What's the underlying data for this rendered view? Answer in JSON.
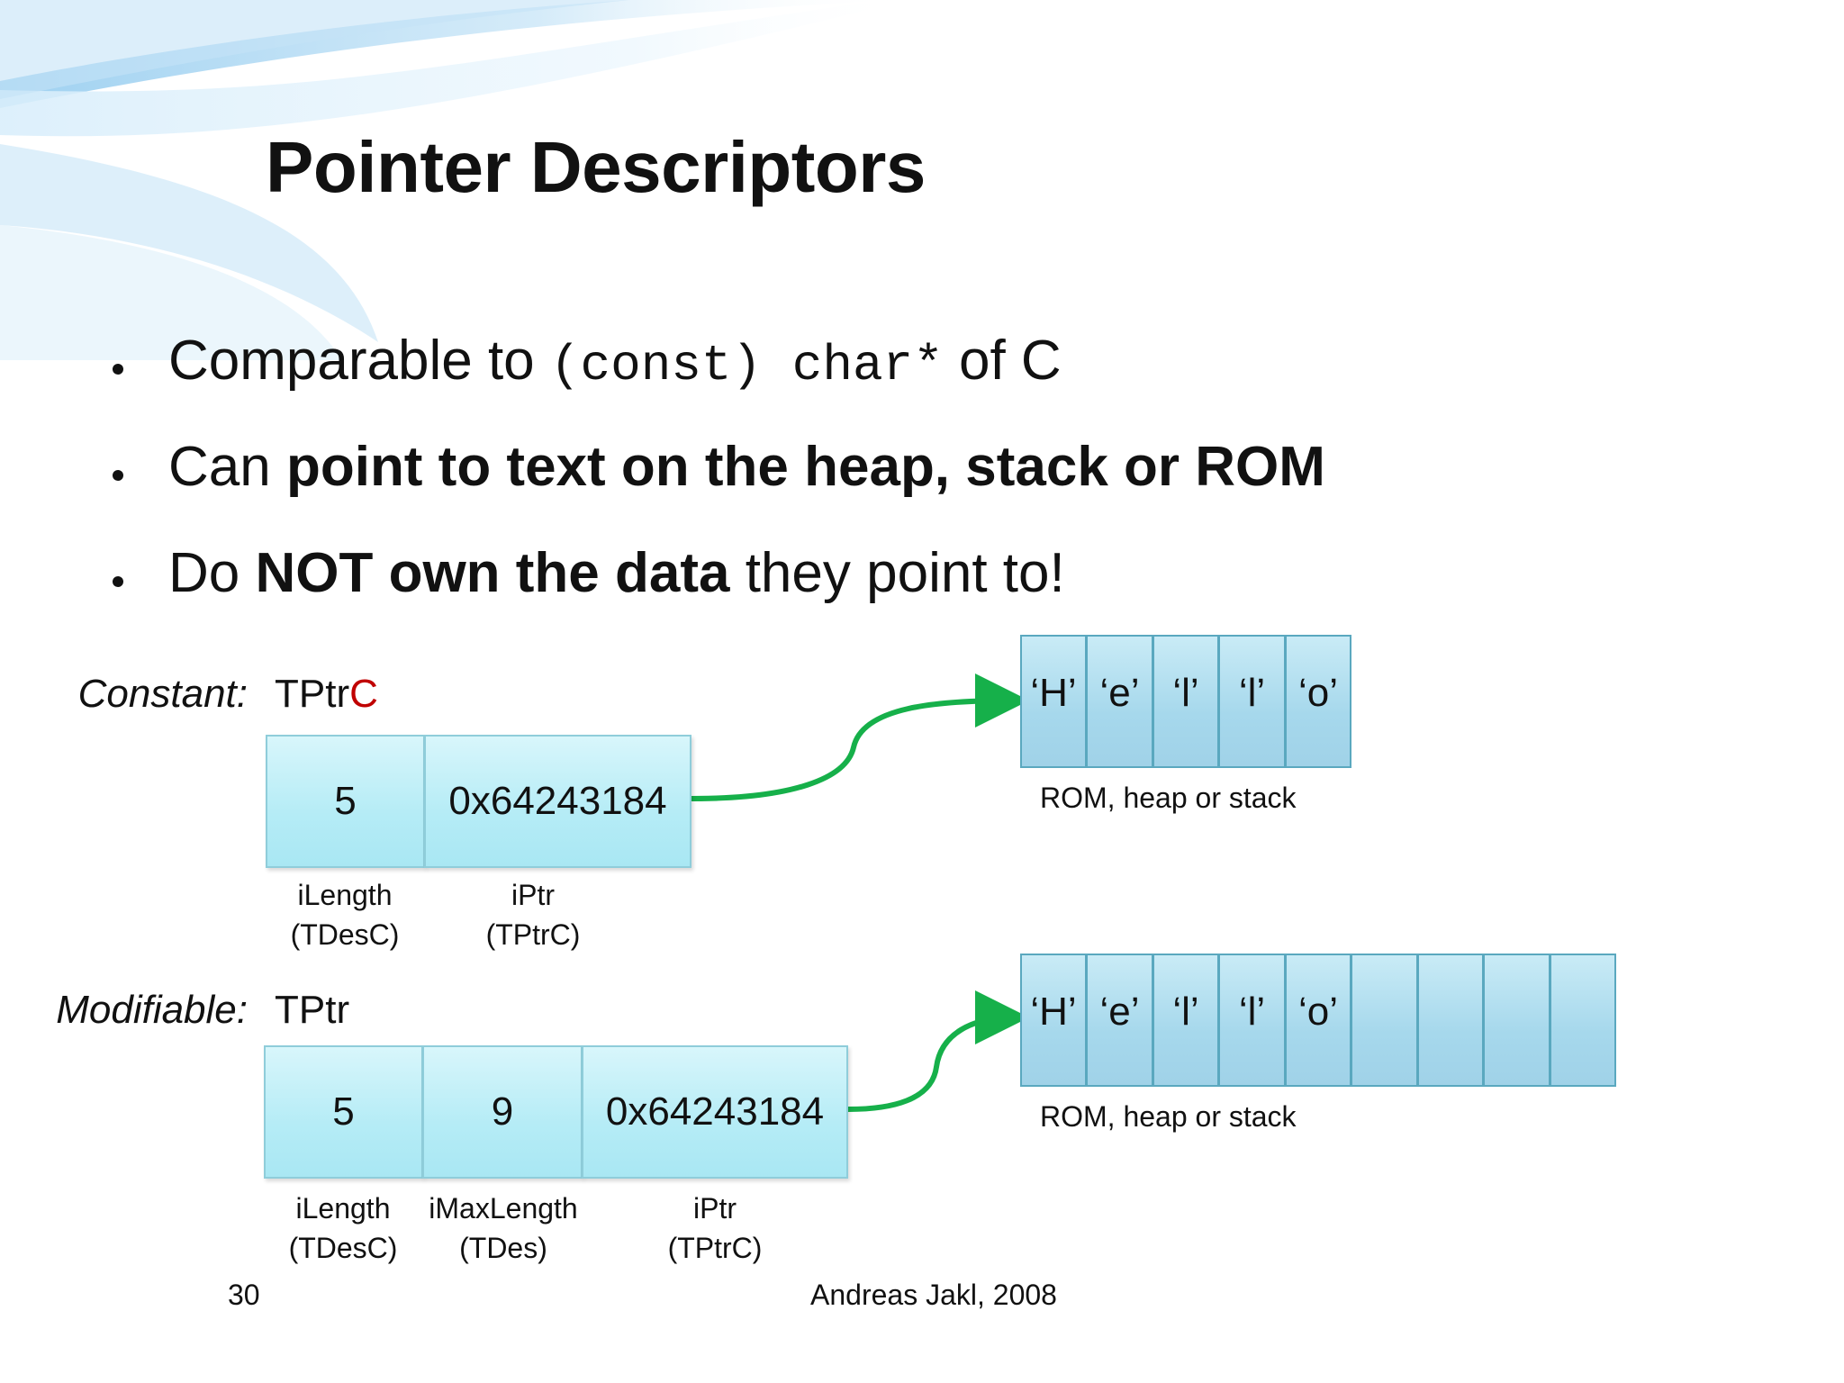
{
  "slide": {
    "title": "Pointer Descriptors",
    "bullets": [
      {
        "prefix": "Comparable to ",
        "code": "(const) char*",
        "suffix": " of C"
      },
      {
        "prefix": "Can ",
        "bold": "point to text on the heap, stack or ROM",
        "suffix": ""
      },
      {
        "prefix": "Do ",
        "bold": "NOT own the data",
        "suffix": " they point to!"
      }
    ]
  },
  "constant": {
    "label": "Constant:",
    "type_main": "TPtr",
    "type_suffix": "C",
    "fields": [
      {
        "value": "5",
        "name": "iLength",
        "type": "(TDesC)"
      },
      {
        "value": "0x64243184",
        "name": "iPtr",
        "type": "(TPtrC)"
      }
    ],
    "memory": [
      "‘H’",
      "‘e’",
      "‘l’",
      "‘l’",
      "‘o’"
    ],
    "memory_caption": "ROM, heap or stack"
  },
  "modifiable": {
    "label": "Modifiable:",
    "type_main": "TPtr",
    "fields": [
      {
        "value": "5",
        "name": "iLength",
        "type": "(TDesC)"
      },
      {
        "value": "9",
        "name": "iMaxLength",
        "type": "(TDes)"
      },
      {
        "value": "0x64243184",
        "name": "iPtr",
        "type": "(TPtrC)"
      }
    ],
    "memory": [
      "‘H’",
      "‘e’",
      "‘l’",
      "‘l’",
      "‘o’",
      "",
      "",
      "",
      ""
    ],
    "memory_caption": "ROM, heap or stack"
  },
  "footer": {
    "page_number": "30",
    "author": "Andreas Jakl, 2008"
  },
  "colors": {
    "arrow": "#16b04a",
    "accent_red": "#c00000",
    "box_border": "#8fcdda",
    "cell_border": "#5aa8bf"
  }
}
